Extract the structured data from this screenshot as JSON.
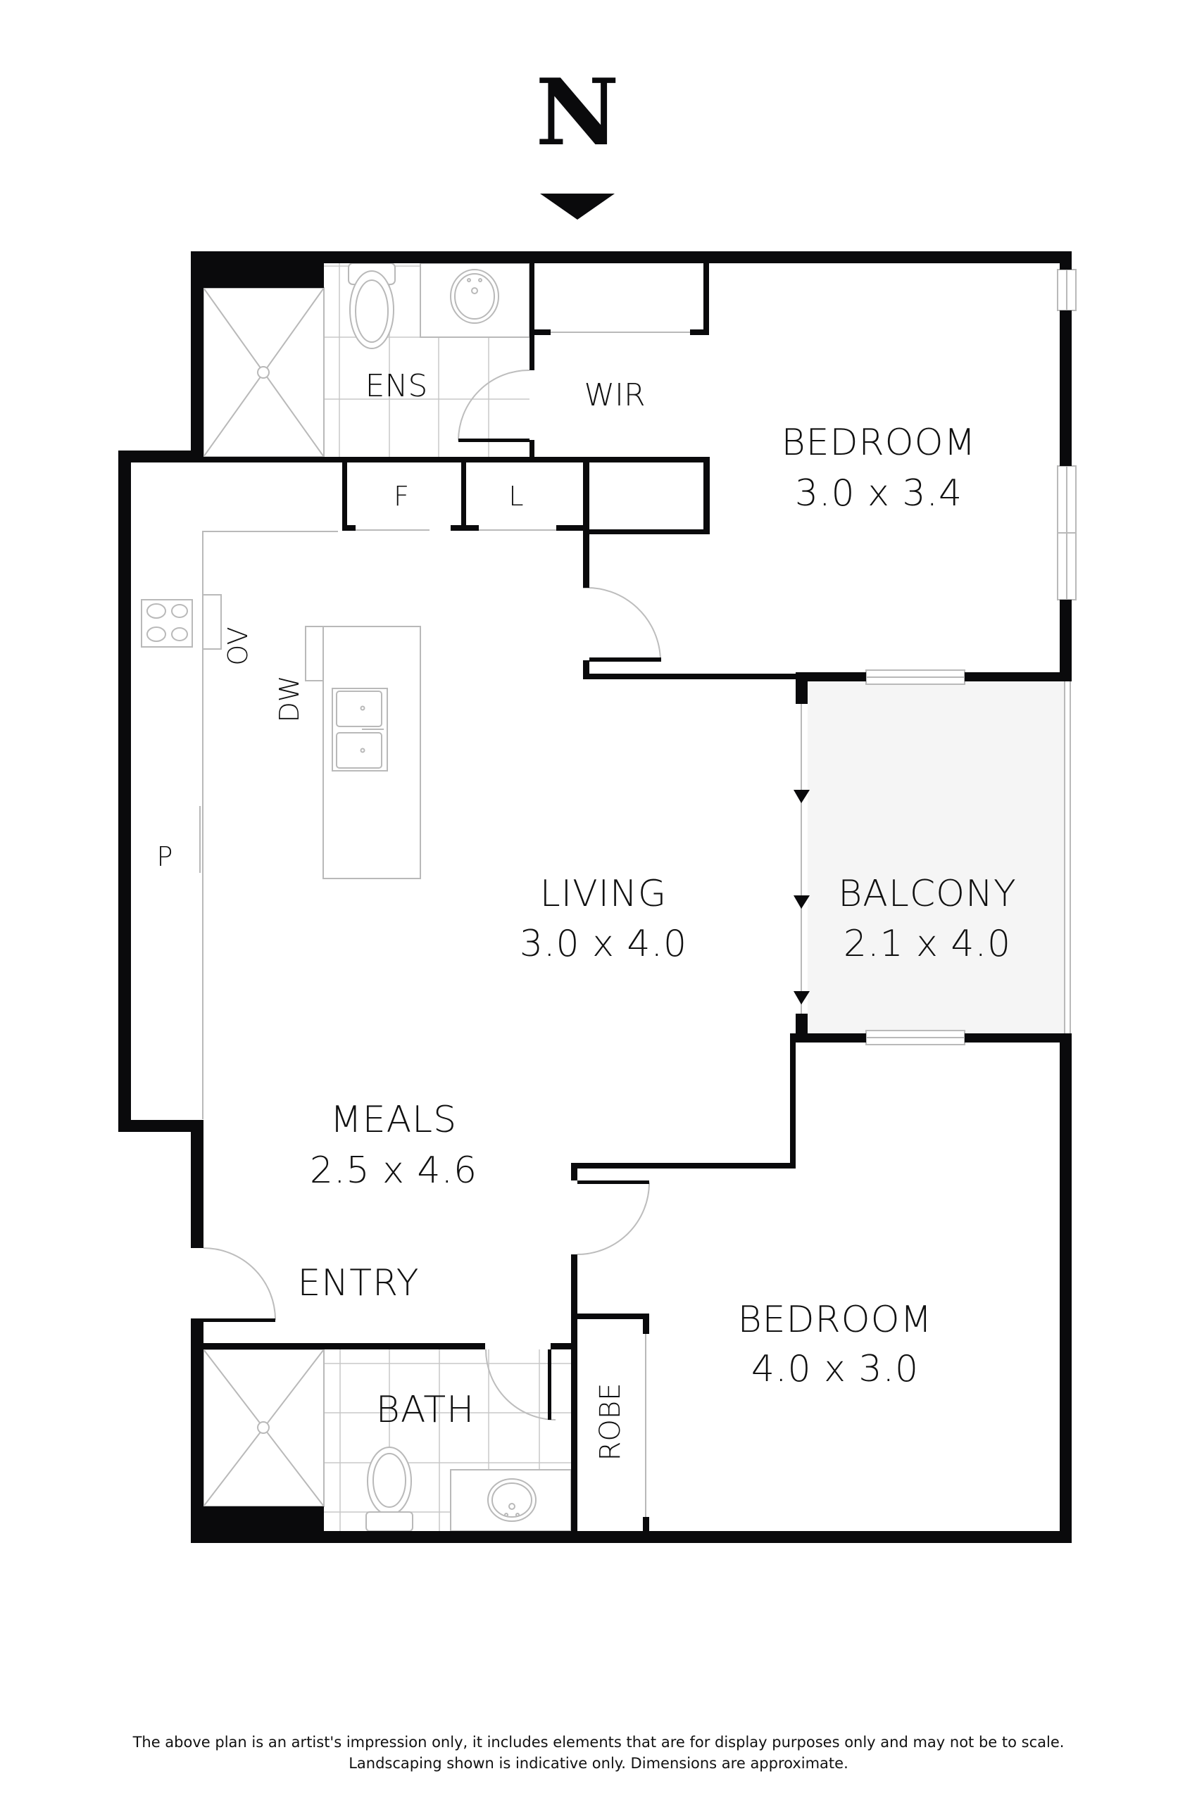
{
  "compass": {
    "label": "N",
    "icon": "north-arrow-icon"
  },
  "colors": {
    "wall": "#0a0a0c",
    "balcony_fill": "#f5f5f5",
    "fixture_line": "#b9b9b9",
    "text": "#111111"
  },
  "rooms": {
    "ensuite": {
      "name": "ENS"
    },
    "wir": {
      "name": "WIR"
    },
    "bedroom1": {
      "name": "BEDROOM",
      "dims": "3.0 x 3.4"
    },
    "fridge": {
      "name": "F"
    },
    "linen": {
      "name": "L"
    },
    "oven": {
      "name": "OV"
    },
    "dishwasher": {
      "name": "DW"
    },
    "pantry": {
      "name": "P"
    },
    "living": {
      "name": "LIVING",
      "dims": "3.0 x 4.0"
    },
    "balcony": {
      "name": "BALCONY",
      "dims": "2.1 x 4.0"
    },
    "meals": {
      "name": "MEALS",
      "dims": "2.5 x 4.6"
    },
    "entry": {
      "name": "ENTRY"
    },
    "bath": {
      "name": "BATH"
    },
    "robe": {
      "name": "ROBE"
    },
    "bedroom2": {
      "name": "BEDROOM",
      "dims": "4.0 x 3.0"
    }
  },
  "footer": {
    "line1": "The above plan is an artist's impression only, it includes elements that are for display purposes only and may not be to scale.",
    "line2": "Landscaping shown is indicative only. Dimensions are approximate."
  }
}
